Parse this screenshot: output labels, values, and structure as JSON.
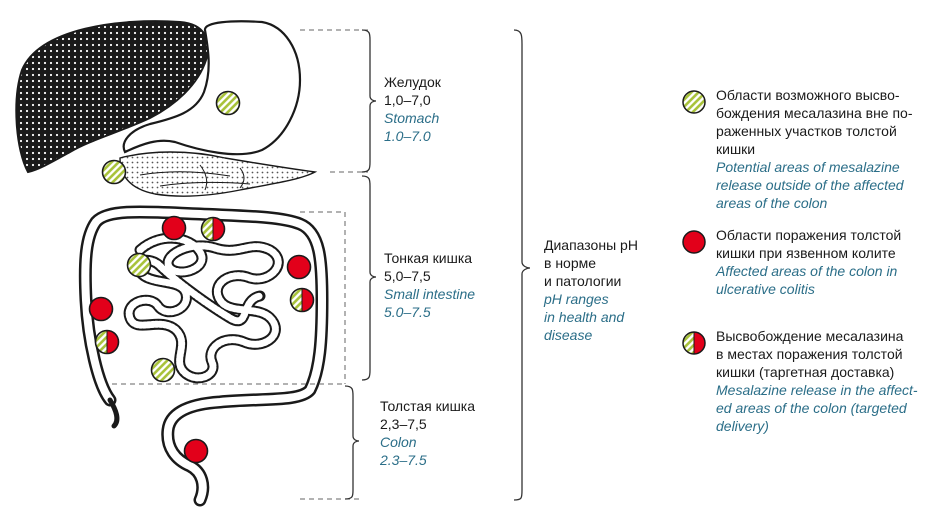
{
  "colors": {
    "affected_red": "#e2001a",
    "release_green": "#a8c23a",
    "english_text": "#2b6e88",
    "organ_outline": "#1a1a1a"
  },
  "sections": {
    "stomach": {
      "ru_name": "Желудок",
      "ru_range": "1,0–7,0",
      "en_name": "Stomach",
      "en_range": "1.0–7.0"
    },
    "small_intestine": {
      "ru_name": "Тонкая кишка",
      "ru_range": "5,0–7,5",
      "en_name": "Small intestine",
      "en_range": "5.0–7.5"
    },
    "colon": {
      "ru_name": "Толстая кишка",
      "ru_range": "2,3–7,5",
      "en_name": "Colon",
      "en_range": "2.3–7.5"
    }
  },
  "ph_summary": {
    "ru": [
      "Диапазоны pH",
      "в норме",
      "и патологии"
    ],
    "en": [
      "pH ranges",
      "in health and",
      "disease"
    ]
  },
  "legend": [
    {
      "icon": "hatched-green-circle",
      "ru": [
        "Области возможного высво-",
        "бождения месалазина вне по-",
        "раженных участков толстой",
        "кишки"
      ],
      "en": [
        "Potential areas of mesalazine",
        "release outside of the affected",
        "areas of the colon"
      ]
    },
    {
      "icon": "red-circle",
      "ru": [
        "Области поражения толстой",
        "кишки при язвенном колите"
      ],
      "en": [
        "Affected areas of the colon in",
        "ulcerative colitis"
      ]
    },
    {
      "icon": "half-red-half-hatched-circle",
      "ru": [
        "Высвобождение месалазина",
        "в местах поражения толстой",
        "кишки (таргетная доставка)"
      ],
      "en": [
        "Mesalazine release in the affect-",
        "ed areas of the colon (targeted",
        "delivery)"
      ]
    }
  ]
}
